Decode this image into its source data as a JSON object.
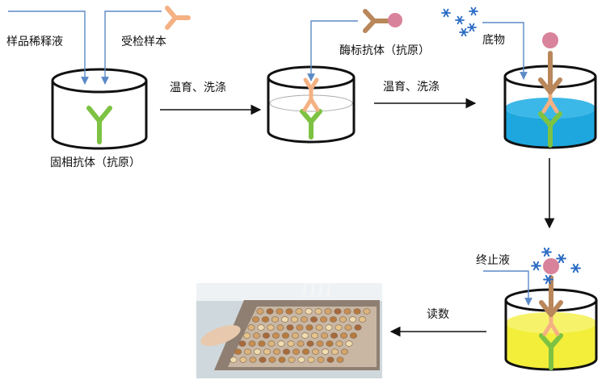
{
  "labels": {
    "sample_diluent": "样品稀释液",
    "test_sample": "受检样本",
    "solid_antibody": "固相抗体（抗原）",
    "incubate_wash_1": "温育、洗涤",
    "enzyme_antibody": "酶标抗体（抗原）",
    "incubate_wash_2": "温育、洗涤",
    "substrate": "底物",
    "stop_solution": "终止液",
    "read": "读数"
  },
  "colors": {
    "solid_antibody": "#7dc243",
    "sample_antigen": "#f4b183",
    "enzyme_antibody": "#b9875a",
    "enzyme": "#d9829b",
    "substrate": "#2b6cc4",
    "substrate_liquid": "#1ea7de",
    "stop_liquid": "#f2ee3a",
    "arrow_line": "#5b8ac6"
  }
}
